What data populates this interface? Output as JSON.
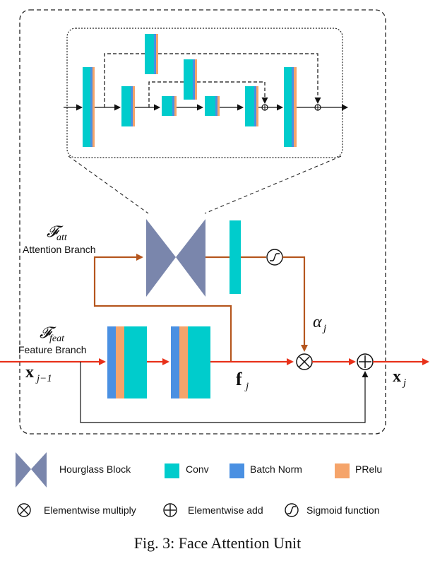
{
  "diagram": {
    "attention_branch": {
      "symbol": "𝓕",
      "subscript": "att",
      "label": "Attention Branch"
    },
    "feature_branch": {
      "symbol": "𝓕",
      "subscript": "feat",
      "label": "Feature Branch"
    },
    "input_label": {
      "main": "x",
      "subscript": "j−1"
    },
    "output_label": {
      "main": "x",
      "subscript": "j"
    },
    "feature_label": {
      "main": "f",
      "subscript": "j"
    },
    "alpha_label": {
      "main": "α",
      "subscript": "j"
    }
  },
  "legend": {
    "hourglass": "Hourglass Block",
    "conv": "Conv",
    "batch_norm": "Batch Norm",
    "prelu": "PRelu",
    "multiply": "Elementwise multiply",
    "add": "Elementwise add",
    "sigmoid": "Sigmoid function"
  },
  "colors": {
    "conv": "#00cccc",
    "batch_norm": "#4a90e2",
    "prelu": "#f5a46a",
    "hourglass": "#7a86ac",
    "arrow_red": "#e8311a",
    "arrow_brown": "#b5561e"
  },
  "caption": "Fig. 3: Face Attention Unit"
}
